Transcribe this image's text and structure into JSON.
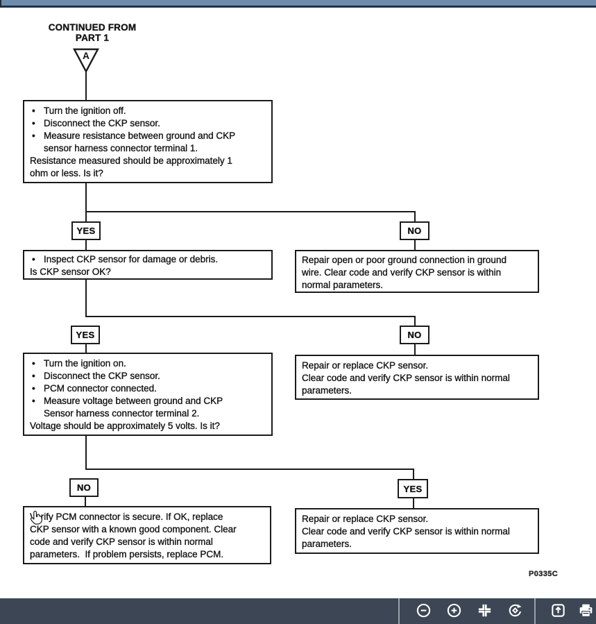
{
  "window": {
    "close_button": "close"
  },
  "colors": {
    "topbar": "#6E8CAB",
    "topbar_edge": "#1F3150",
    "toolbar_bg": "#3D4654",
    "toolbar_icon": "#FFFFFF",
    "close_circle": "#ECECEC",
    "close_x": "#9B9B9B",
    "diagram_line": "#1A1A1A"
  },
  "diagram": {
    "header_line1": "CONTINUED FROM",
    "header_line2": "PART 1",
    "start_connector": "A",
    "code": "P0335C",
    "box1": {
      "bullets": [
        "Turn the ignition off.",
        "Disconnect the CKP sensor.",
        "Measure resistance between ground and CKP\nsensor harness connector terminal 1."
      ],
      "footer": "Resistance measured should be approximately 1\nohm or less. Is it?"
    },
    "branch1": {
      "left": "YES",
      "right": "NO"
    },
    "box2": {
      "bullets": [
        "Inspect CKP sensor for damage or debris."
      ],
      "footer": "Is CKP sensor OK?"
    },
    "box2r": {
      "text": "Repair open or poor ground connection in ground\nwire. Clear code and verify CKP sensor is within\nnormal parameters."
    },
    "branch2": {
      "left": "YES",
      "right": "NO"
    },
    "box3": {
      "bullets": [
        "Turn the ignition on.",
        "Disconnect the CKP sensor.",
        "PCM connector connected.",
        "Measure voltage between ground and CKP\nSensor harness connector terminal 2."
      ],
      "footer": "Voltage should be approximately 5 volts. Is it?"
    },
    "box3r": {
      "text": "Repair or replace CKP sensor.\nClear code and verify CKP sensor is within normal\nparameters."
    },
    "branch3": {
      "left": "NO",
      "right": "YES"
    },
    "box4": {
      "text": "Verify PCM connector is secure. If OK, replace\nCKP sensor with a known good component. Clear\ncode and verify CKP sensor is within normal\nparameters.  If problem persists, replace PCM."
    },
    "box4r": {
      "text": "Repair or replace CKP sensor.\nClear code and verify CKP sensor is within normal\nparameters."
    }
  },
  "toolbar": {
    "icons": [
      "zoom-out",
      "zoom-in",
      "fit-to-screen",
      "rotate",
      "open-in-new",
      "print"
    ]
  }
}
